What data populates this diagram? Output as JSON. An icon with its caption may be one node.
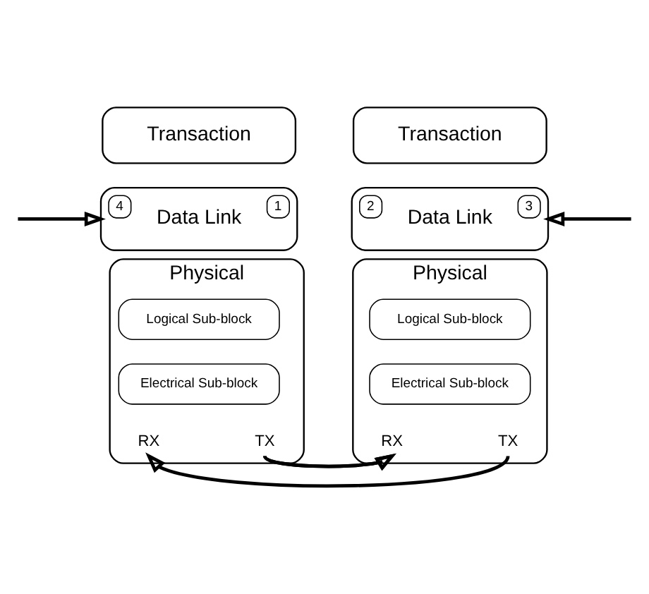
{
  "diagram": {
    "nodes": [
      {
        "text": [
          "Transaction"
        ]
      },
      {
        "text": [
          "4",
          "Data Link",
          "1"
        ]
      },
      {
        "text": [
          "Physical"
        ]
      },
      {
        "text": [
          "Logical Sub-block"
        ],
        "in": 2
      },
      {
        "text": [
          "Electrical Sub-block"
        ],
        "in": 2
      },
      {
        "text": [
          "RX"
        ],
        "in": 2
      },
      {
        "text": [
          "TX"
        ],
        "in": 2
      },
      {
        "text": [
          "Transaction"
        ]
      },
      {
        "text": [
          "2",
          "Data Link",
          "3"
        ]
      },
      {
        "text": [
          "Physical"
        ]
      },
      {
        "text": [
          "Logical Sub-block"
        ],
        "in": 9
      },
      {
        "text": [
          "Electrical Sub-block"
        ],
        "in": 9
      },
      {
        "text": [
          "RX"
        ],
        "in": 9
      },
      {
        "text": [
          "TX"
        ],
        "in": 9
      }
    ],
    "edges": [
      {
        "from": null,
        "to": 1,
        "arrow": "to"
      },
      {
        "from": null,
        "to": 8,
        "arrow": "to"
      },
      {
        "from": 6,
        "to": 12,
        "arrow": "to"
      },
      {
        "from": 13,
        "to": 5,
        "arrow": "to"
      }
    ]
  }
}
